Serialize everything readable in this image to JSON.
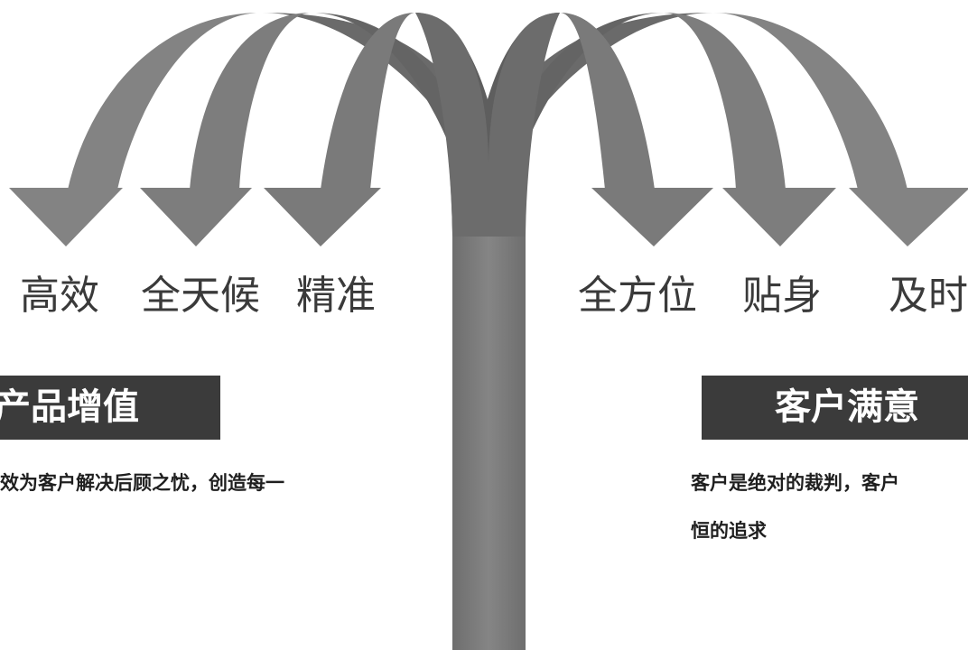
{
  "left": {
    "keywords": [
      "高效",
      "全天候",
      "精准"
    ],
    "heading": "产品增值",
    "description": "效为客户解决后顾之忧，创造每一"
  },
  "right": {
    "keywords": [
      "全方位",
      "贴身",
      "及时"
    ],
    "heading": "客户满意",
    "description_line1": "客户是绝对的裁判，客户",
    "description_line2": "恒的追求"
  },
  "colors": {
    "arrow": "#818181",
    "arrow_dark": "#5f5f5f",
    "stem": "#7f7f7f",
    "heading_bar": "#3b3b3b",
    "keyword_text": "#3a3a3a"
  }
}
